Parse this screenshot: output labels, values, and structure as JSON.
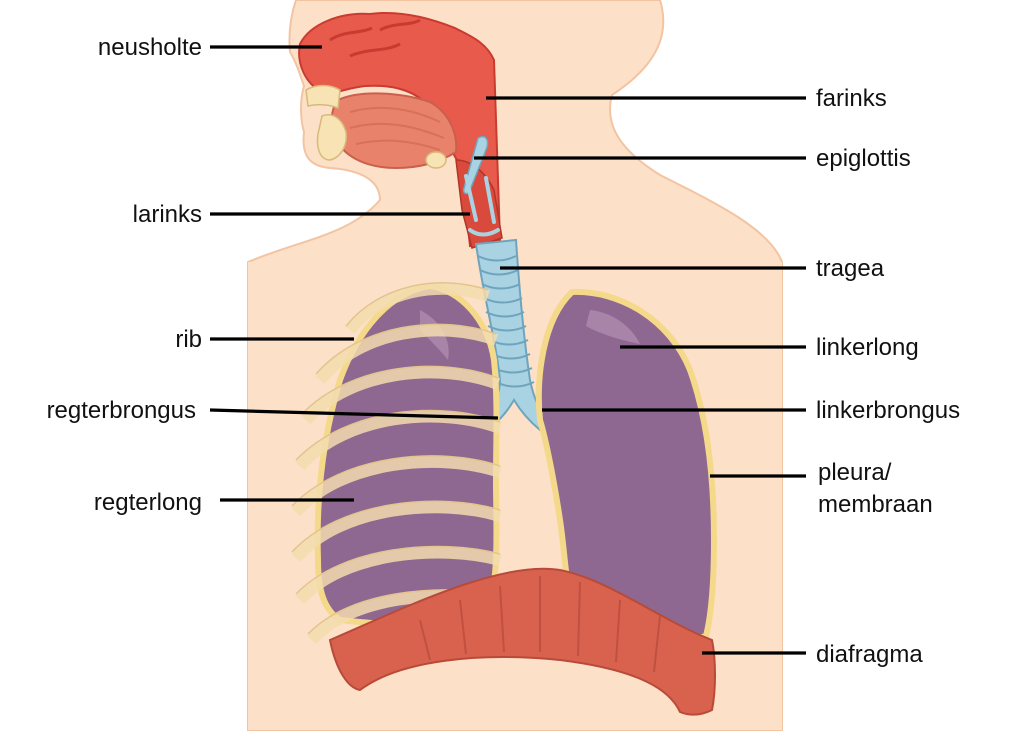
{
  "colors": {
    "skin": "#fde0c8",
    "skin_outline": "#f2c4a2",
    "airway": "#e85a4b",
    "airway_dark": "#c93b30",
    "trachea": "#a9d3e3",
    "trachea_outline": "#6fa4bd",
    "lung": "#8f6891",
    "lung_light": "#a784a8",
    "pleura": "#f5d98b",
    "rib": "#f3dcae",
    "diaphragm": "#d9624f",
    "label_text": "#111111",
    "leader_line": "#000000"
  },
  "labels": {
    "neusholte": "neusholte",
    "farinks": "farinks",
    "epiglottis": "epiglottis",
    "larinks": "larinks",
    "tragea": "tragea",
    "rib": "rib",
    "linkerlong": "linkerlong",
    "regterbrongus": "regterbrongus",
    "linkerbrongus": "linkerbrongus",
    "regterlong": "regterlong",
    "pleura_line1": "pleura/",
    "pleura_line2": "membraan",
    "diafragma": "diafragma"
  }
}
